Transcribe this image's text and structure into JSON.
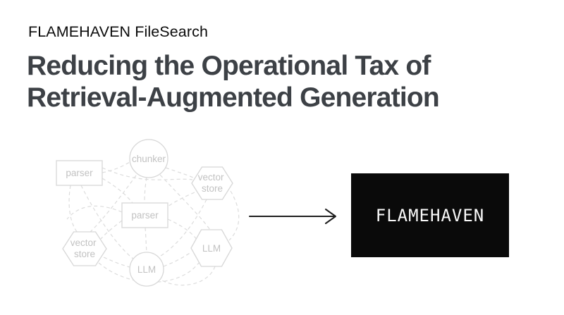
{
  "page": {
    "background_color": "#ffffff"
  },
  "header": {
    "brand": "FLAMEHAVEN FileSearch",
    "brand_color": "#0b0b0b",
    "title_line1": "Reducing the Operational Tax of",
    "title_line2": "Retrieval-Augmented Generation",
    "title_color": "#3d4146"
  },
  "diagram": {
    "description": "tangled-rag-pipeline-diagram",
    "stroke_color": "#d7d7d7",
    "edge_color": "#dcdcdc",
    "label_color": "#c2c2c2",
    "nodes": [
      {
        "id": "parser-top",
        "shape": "rect",
        "label": "parser"
      },
      {
        "id": "chunker",
        "shape": "circle",
        "label": "chunker"
      },
      {
        "id": "vector-store-top",
        "shape": "hexagon",
        "label": "vector store",
        "lines": [
          "vector",
          "store"
        ]
      },
      {
        "id": "parser-center",
        "shape": "rect",
        "label": "parser"
      },
      {
        "id": "vector-store-bottom",
        "shape": "hexagon",
        "label": "vector store",
        "lines": [
          "vector",
          "store"
        ]
      },
      {
        "id": "llm-bottom",
        "shape": "circle",
        "label": "LLM"
      },
      {
        "id": "llm-right",
        "shape": "hexagon",
        "label": "LLM"
      }
    ]
  },
  "arrow": {
    "color": "#1e1e1e",
    "direction": "right"
  },
  "result_box": {
    "label": "FLAMEHAVEN",
    "background": "#0a0a0a",
    "text_color": "#fafafa"
  }
}
